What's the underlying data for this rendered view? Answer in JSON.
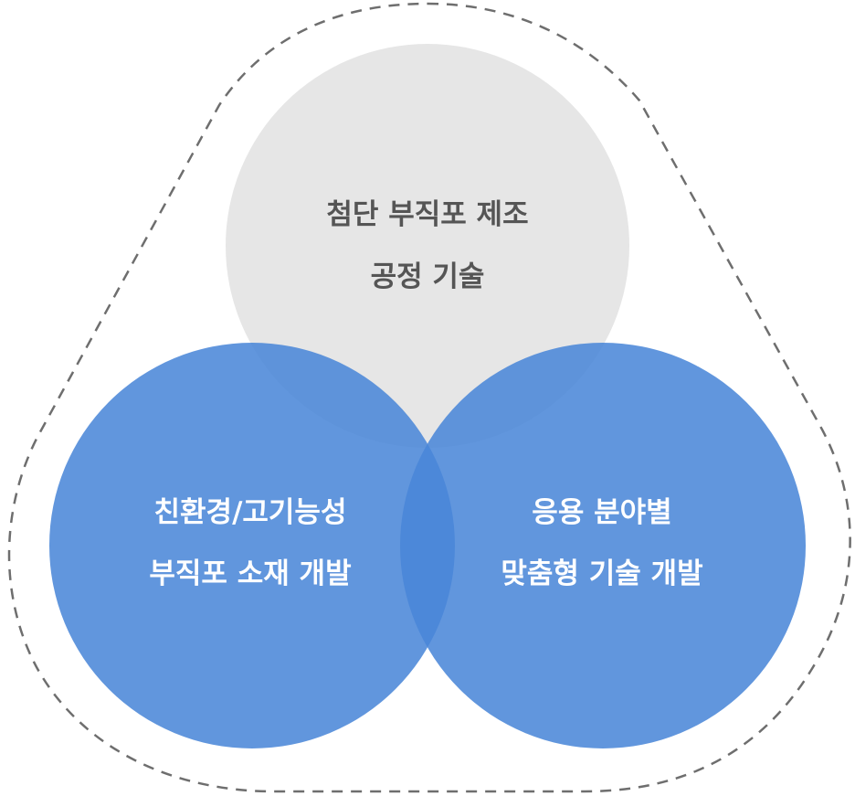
{
  "diagram": {
    "colors": {
      "outline": "#6e6e6e",
      "top_circle": "#e6e6e6",
      "left_circle": "#4a86d8",
      "right_circle": "#4a86d8",
      "top_text": "#555555",
      "blue_text": "#ffffff"
    },
    "circles": {
      "top": {
        "line1": "첨단 부직포 제조",
        "line2": "공정 기술"
      },
      "left": {
        "line1": "친환경/고기능성",
        "line2": "부직포 소재 개발"
      },
      "right": {
        "line1": "응용 분야별",
        "line2": "맞춤형 기술 개발"
      }
    }
  }
}
